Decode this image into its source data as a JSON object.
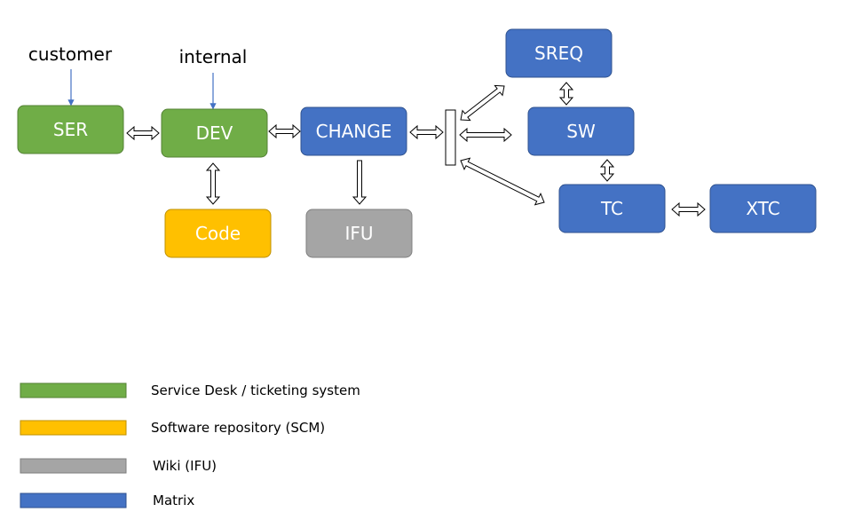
{
  "sources": {
    "customer": "customer",
    "internal": "internal"
  },
  "nodes": {
    "ser": "SER",
    "dev": "DEV",
    "change": "CHANGE",
    "code": "Code",
    "ifu": "IFU",
    "sreq": "SREQ",
    "sw": "SW",
    "tc": "TC",
    "xtc": "XTC"
  },
  "legend": [
    {
      "label": "Service Desk / ticketing system",
      "color": "#70AD47"
    },
    {
      "label": "Software repository (SCM)",
      "color": "#FFC000"
    },
    {
      "label": "Wiki (IFU)",
      "color": "#A5A5A5"
    },
    {
      "label": "Matrix",
      "color": "#4472C4"
    }
  ],
  "colors": {
    "green": "#70AD47",
    "green_border": "#548235",
    "yellow": "#FFC000",
    "yellow_border": "#BF9000",
    "gray": "#A5A5A5",
    "gray_border": "#7F7F7F",
    "blue": "#4472C4",
    "blue_border": "#2F528F",
    "arrow_thin": "#4472C4"
  }
}
